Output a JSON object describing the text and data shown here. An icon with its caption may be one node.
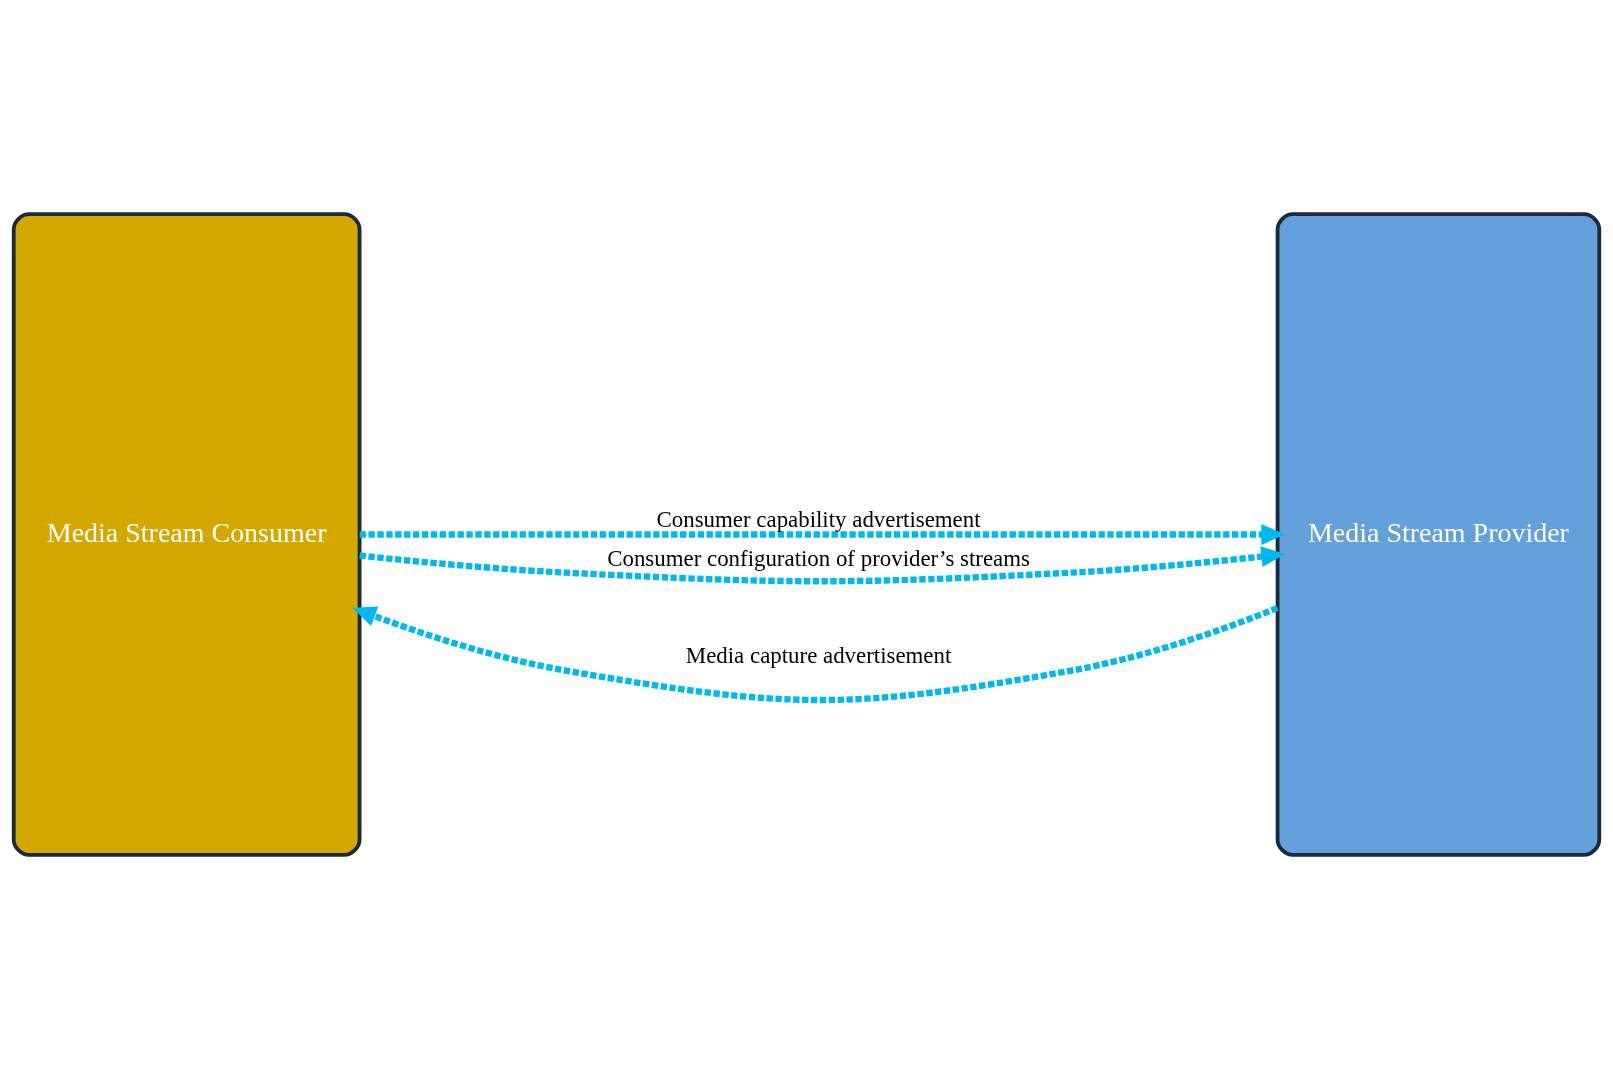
{
  "diagram": {
    "nodes": [
      {
        "text": [
          "Media Stream Consumer"
        ]
      },
      {
        "text": [
          "Media Stream Provider"
        ]
      }
    ],
    "edges": [
      {
        "from": 0,
        "to": 1,
        "arrow": "to",
        "label": "Consumer capability advertisement",
        "style": "dashed"
      },
      {
        "from": 1,
        "to": 0,
        "arrow": "to",
        "label": "Media capture advertisement",
        "style": "dashed"
      },
      {
        "from": 0,
        "to": 1,
        "arrow": "to",
        "label": "Consumer configuration of provider’s streams",
        "style": "dashed"
      }
    ]
  }
}
